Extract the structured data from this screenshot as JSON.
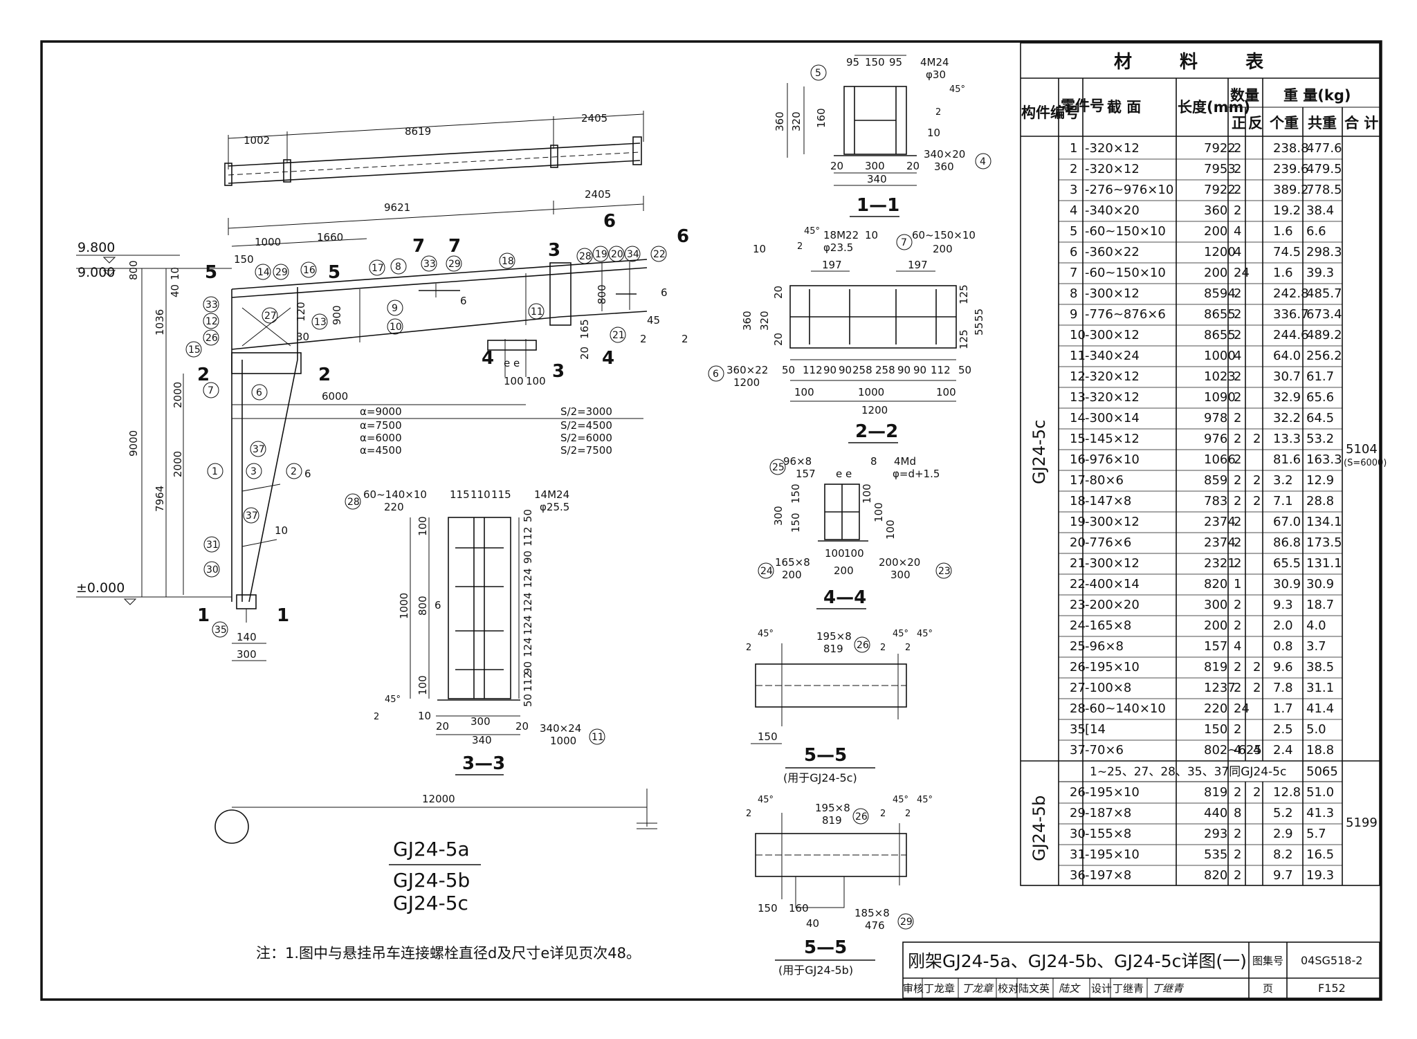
{
  "drawing": {
    "elevation": {
      "levels": [
        "9.800",
        "9.000",
        "±0.000"
      ],
      "top_dims": [
        "1002",
        "8619",
        "2405",
        "9621",
        "2405"
      ],
      "beam_dims": [
        "1000",
        "1660",
        "150"
      ],
      "left_dims": [
        "800",
        "1036",
        "2000",
        "2000",
        "9000",
        "7964",
        "40",
        "10"
      ],
      "mid_dims": [
        "6000",
        "120",
        "30",
        "900",
        "800",
        "165",
        "20",
        "45"
      ],
      "a_values": [
        "α=9000",
        "α=7500",
        "α=6000",
        "α=4500"
      ],
      "s_values": [
        "S/2=3000",
        "S/2=4500",
        "S/2=6000",
        "S/2=7500"
      ],
      "base_dims": [
        "140",
        "300"
      ],
      "span": "12000",
      "parts": [
        "14",
        "29",
        "16",
        "17",
        "8",
        "33",
        "29",
        "18",
        "28",
        "19",
        "20",
        "34",
        "22",
        "33",
        "12",
        "27",
        "13",
        "26",
        "15",
        "9",
        "10",
        "11",
        "21",
        "7",
        "6",
        "37",
        "1",
        "3",
        "2",
        "37",
        "31",
        "30",
        "35"
      ],
      "sections": [
        "5",
        "5",
        "7",
        "7",
        "3",
        "6",
        "6",
        "2",
        "2",
        "4",
        "4",
        "3",
        "1",
        "1"
      ],
      "weld": [
        "6",
        "10",
        "6",
        "6",
        "2",
        "2"
      ],
      "ee": "e e",
      "ee_dims": [
        "100",
        "100"
      ]
    },
    "titles": [
      "GJ24-5a",
      "GJ24-5b",
      "GJ24-5c"
    ],
    "note": "注：1.图中与悬挂吊车连接螺栓直径d及尺寸e详见页次48。",
    "sec11": {
      "title": "1—1",
      "dims": [
        "95",
        "150",
        "95",
        "360",
        "320",
        "160",
        "20",
        "300",
        "20",
        "340"
      ],
      "bolts": "4M24",
      "hole": "φ30",
      "plate": "340×20",
      "plate_len": "360",
      "parts": [
        "5",
        "4"
      ],
      "weld": [
        "45°",
        "2",
        "10"
      ]
    },
    "sec22": {
      "title": "2—2",
      "bolts": "18M22",
      "hole": "φ23.5",
      "plate7": "60~150×10",
      "plate7_len": "200",
      "dims_top": [
        "197",
        "197"
      ],
      "dims_bottom": [
        "50",
        "112",
        "90",
        "90",
        "258",
        "258",
        "90",
        "90",
        "112",
        "50"
      ],
      "dims_100": [
        "100",
        "1000",
        "100",
        "1200"
      ],
      "left_dims": [
        "360",
        "320",
        "20",
        "20"
      ],
      "right_dims": [
        "125",
        "55",
        "55",
        "125"
      ],
      "plate6": "360×22",
      "plate6_len": "1200",
      "parts": [
        "6",
        "7"
      ],
      "weld": [
        "10",
        "45°",
        "2",
        "10"
      ]
    },
    "sec33": {
      "title": "3—3",
      "plate28": "60~140×10",
      "plate28_len": "220",
      "top_dims": [
        "115",
        "110",
        "115"
      ],
      "bolts": "14M24",
      "hole": "φ25.5",
      "right_dims": [
        "50",
        "112",
        "90",
        "124",
        "124",
        "124",
        "124",
        "90",
        "112",
        "50"
      ],
      "left_dims": [
        "100",
        "1000",
        "800",
        "100"
      ],
      "bottom_dims": [
        "20",
        "300",
        "20",
        "340"
      ],
      "plate11": "340×24",
      "plate11_len": "1000",
      "parts": [
        "28",
        "11"
      ],
      "weld": [
        "6",
        "45°",
        "2",
        "10"
      ]
    },
    "sec44": {
      "title": "4—4",
      "plate25": "96×8",
      "plate25_len": "157",
      "bolts": "4Md",
      "hole": "φ=d+1.5",
      "ee": "e e",
      "left_dims": [
        "300",
        "150",
        "150"
      ],
      "right_dims": [
        "100",
        "100",
        "100"
      ],
      "bottom_dims": [
        "100",
        "100",
        "200"
      ],
      "plate24": "165×8",
      "plate24_len": "200",
      "plate23": "200×20",
      "plate23_len": "300",
      "parts": [
        "25",
        "24",
        "23"
      ],
      "weld": [
        "8"
      ]
    },
    "sec55c": {
      "title": "5—5",
      "sub": "(用于GJ24-5c)",
      "plate": "195×8",
      "plate_len": "819",
      "dim": "150",
      "parts": [
        "26"
      ],
      "weld": [
        "45°",
        "2",
        "45°",
        "2",
        "45°",
        "2"
      ]
    },
    "sec55b": {
      "title": "5—5",
      "sub": "(用于GJ24-5b)",
      "plate": "195×8",
      "plate_len": "819",
      "plate2": "185×8",
      "plate2_len": "476",
      "dims": [
        "150",
        "160",
        "40"
      ],
      "parts": [
        "26",
        "29"
      ],
      "weld": [
        "45°",
        "2",
        "45°",
        "2",
        "45°",
        "2"
      ]
    }
  },
  "table": {
    "title": "材 料 表",
    "headers": {
      "member": "构件编号",
      "part": "零件号",
      "section": "截 面",
      "length": "长度(mm)",
      "qty": "数量",
      "qty_pos": "正",
      "qty_neg": "反",
      "weight": "重 量(kg)",
      "w_each": "个重",
      "w_total": "共重",
      "w_sum": "合 计"
    },
    "group_c": {
      "name": "GJ24-5c",
      "total": "5104",
      "total_note": "(S=6000)",
      "rows": [
        [
          "1",
          "-320×12",
          "7922",
          "2",
          "",
          "238.8",
          "477.6"
        ],
        [
          "2",
          "-320×12",
          "7953",
          "2",
          "",
          "239.6",
          "479.5"
        ],
        [
          "3",
          "-276~976×10",
          "7922",
          "2",
          "",
          "389.2",
          "778.5"
        ],
        [
          "4",
          "-340×20",
          "360",
          "2",
          "",
          "19.2",
          "38.4"
        ],
        [
          "5",
          "-60~150×10",
          "200",
          "4",
          "",
          "1.6",
          "6.6"
        ],
        [
          "6",
          "-360×22",
          "1200",
          "4",
          "",
          "74.5",
          "298.3"
        ],
        [
          "7",
          "-60~150×10",
          "200",
          "24",
          "",
          "1.6",
          "39.3"
        ],
        [
          "8",
          "-300×12",
          "8594",
          "2",
          "",
          "242.8",
          "485.7"
        ],
        [
          "9",
          "-776~876×6",
          "8655",
          "2",
          "",
          "336.7",
          "673.4"
        ],
        [
          "10",
          "-300×12",
          "8655",
          "2",
          "",
          "244.6",
          "489.2"
        ],
        [
          "11",
          "-340×24",
          "1000",
          "4",
          "",
          "64.0",
          "256.2"
        ],
        [
          "12",
          "-320×12",
          "1023",
          "2",
          "",
          "30.7",
          "61.7"
        ],
        [
          "13",
          "-320×12",
          "1090",
          "2",
          "",
          "32.9",
          "65.6"
        ],
        [
          "14",
          "-300×14",
          "978",
          "2",
          "",
          "32.2",
          "64.5"
        ],
        [
          "15",
          "-145×12",
          "976",
          "2",
          "2",
          "13.3",
          "53.2"
        ],
        [
          "16",
          "-976×10",
          "1066",
          "2",
          "",
          "81.6",
          "163.3"
        ],
        [
          "17",
          "-80×6",
          "859",
          "2",
          "2",
          "3.2",
          "12.9"
        ],
        [
          "18",
          "-147×8",
          "783",
          "2",
          "2",
          "7.1",
          "28.8"
        ],
        [
          "19",
          "-300×12",
          "2374",
          "2",
          "",
          "67.0",
          "134.1"
        ],
        [
          "20",
          "-776×6",
          "2374",
          "2",
          "",
          "86.8",
          "173.5"
        ],
        [
          "21",
          "-300×12",
          "2321",
          "2",
          "",
          "65.5",
          "131.1"
        ],
        [
          "22",
          "-400×14",
          "820",
          "1",
          "",
          "30.9",
          "30.9"
        ],
        [
          "23",
          "-200×20",
          "300",
          "2",
          "",
          "9.3",
          "18.7"
        ],
        [
          "24",
          "-165×8",
          "200",
          "2",
          "",
          "2.0",
          "4.0"
        ],
        [
          "25",
          "-96×8",
          "157",
          "4",
          "",
          "0.8",
          "3.7"
        ],
        [
          "26",
          "-195×10",
          "819",
          "2",
          "2",
          "9.6",
          "38.5"
        ],
        [
          "27",
          "-100×8",
          "1237",
          "2",
          "2",
          "7.8",
          "31.1"
        ],
        [
          "28",
          "-60~140×10",
          "220",
          "24",
          "",
          "1.7",
          "41.4"
        ],
        [
          "35",
          "[14",
          "150",
          "2",
          "",
          "2.5",
          "5.0"
        ],
        [
          "37",
          "-70×6",
          "802~625",
          "4",
          "4",
          "2.4",
          "18.8"
        ]
      ]
    },
    "group_b": {
      "name": "GJ24-5b",
      "total": "5199",
      "same_note": "1~25、27、28、35、37同GJ24-5c",
      "same_weight": "5065",
      "rows": [
        [
          "26",
          "-195×10",
          "819",
          "2",
          "2",
          "12.8",
          "51.0"
        ],
        [
          "29",
          "-187×8",
          "440",
          "8",
          "",
          "5.2",
          "41.3"
        ],
        [
          "30",
          "-155×8",
          "293",
          "2",
          "",
          "2.9",
          "5.7"
        ],
        [
          "31",
          "-195×10",
          "535",
          "2",
          "",
          "8.2",
          "16.5"
        ],
        [
          "36",
          "-197×8",
          "820",
          "2",
          "",
          "9.7",
          "19.3"
        ]
      ]
    }
  },
  "titleblock": {
    "title": "刚架GJ24-5a、GJ24-5b、GJ24-5c详图(一)",
    "atlas_label": "图集号",
    "atlas_no": "04SG518-2",
    "review_label": "审核",
    "reviewer": "丁龙章",
    "review_sig": "丁龙章",
    "check_label": "校对",
    "checker": "陆文英",
    "check_sig": "陆文",
    "design_label": "设计",
    "designer": "丁继青",
    "design_sig": "丁继青",
    "page_label": "页",
    "page_no": "F152"
  }
}
